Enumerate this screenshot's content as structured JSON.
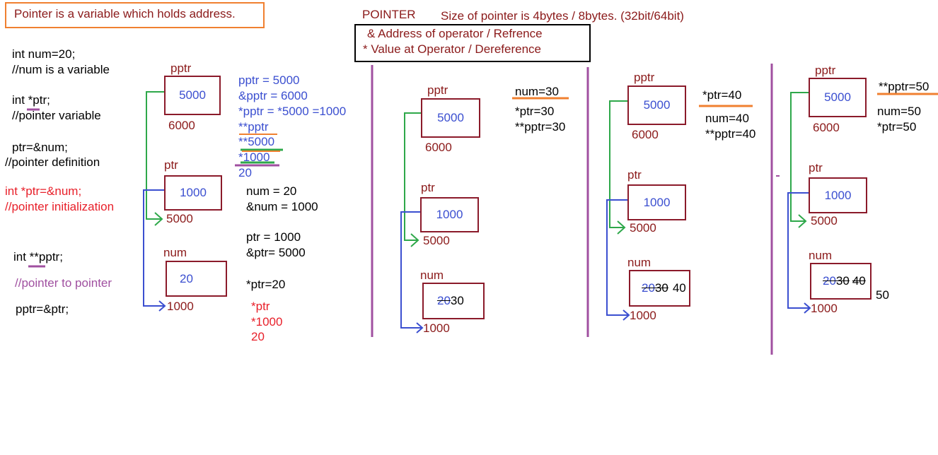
{
  "header": {
    "definition": "Pointer is a variable which holds address.",
    "pointer_title": "POINTER",
    "size_note": "Size of pointer is 4bytes / 8bytes. (32bit/64bit)",
    "op_address": "& Address of operator   / Refrence",
    "op_value": "* Value at Operator  / Dereference"
  },
  "code_notes": [
    "int num=20;",
    "//num is a variable",
    "int *ptr;",
    "//pointer variable",
    "ptr=&num;",
    "//pointer definition",
    "int *ptr=&num;",
    "//pointer initialization",
    "int **pptr;",
    "//pointer to pointer",
    "pptr=&ptr;"
  ],
  "panel1": {
    "pptr_label": "pptr",
    "pptr_value": "5000",
    "pptr_addr": "6000",
    "ptr_label": "ptr",
    "ptr_value": "1000",
    "ptr_addr": "5000",
    "num_label": "num",
    "num_value": "20",
    "num_addr": "1000",
    "blue_lines": [
      "pptr = 5000",
      "&pptr = 6000",
      "*pptr = *5000 =1000",
      "**pptr",
      "**5000",
      "*1000",
      "20"
    ],
    "black_lines": [
      "num = 20",
      "&num = 1000",
      "ptr = 1000",
      "&ptr= 5000",
      "*ptr=20"
    ],
    "red_lines": [
      "*ptr",
      "*1000",
      "20"
    ]
  },
  "panel2": {
    "pptr_label": "pptr",
    "pptr_value": "5000",
    "pptr_addr": "6000",
    "ptr_label": "ptr",
    "ptr_value": "1000",
    "ptr_addr": "5000",
    "num_label": "num",
    "num_old": "20",
    "num_value": "30",
    "num_addr": "1000",
    "notes": [
      "num=30",
      "*ptr=30",
      "**pptr=30"
    ]
  },
  "panel3": {
    "pptr_label": "pptr",
    "pptr_value": "5000",
    "pptr_addr": "6000",
    "ptr_label": "ptr",
    "ptr_value": "1000",
    "ptr_addr": "5000",
    "num_label": "num",
    "num_old1": "20",
    "num_old2": "30",
    "num_value": "40",
    "num_addr": "1000",
    "notes": [
      "*ptr=40",
      "num=40",
      "**pptr=40"
    ]
  },
  "panel4": {
    "pptr_label": "pptr",
    "pptr_value": "5000",
    "pptr_addr": "6000",
    "ptr_label": "ptr",
    "ptr_value": "1000",
    "ptr_addr": "5000",
    "num_label": "num",
    "num_old1": "20",
    "num_old2": "30",
    "num_old3": "40",
    "num_value": "50",
    "num_addr": "1000",
    "notes": [
      "**pptr=50",
      "num=50",
      "*ptr=50"
    ]
  },
  "colors": {
    "box_border": "#8b1a2a",
    "pointer_to_pointer_arrow": "#2ea84a",
    "pointer_arrow": "#3b4fd0",
    "divider": "#a050a0",
    "underline_orange": "#f08030"
  }
}
